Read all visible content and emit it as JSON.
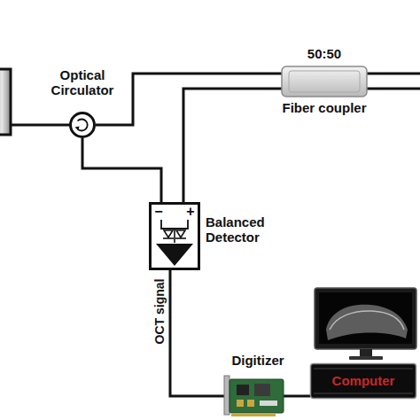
{
  "diagram": {
    "nodes": [
      {
        "text": [
          "Optical Circulator"
        ]
      },
      {
        "text": [
          "50:50",
          "Fiber coupler"
        ]
      },
      {
        "text": [
          "−",
          "+",
          "Balanced Detector"
        ]
      },
      {
        "text": [
          "Digitizer"
        ]
      },
      {
        "text": [
          "Computer"
        ]
      }
    ],
    "edges": [
      {
        "from": 0,
        "to": 1,
        "arrow": "none"
      },
      {
        "from": 1,
        "to": 2,
        "arrow": "none"
      },
      {
        "from": 0,
        "to": 2,
        "arrow": "none"
      },
      {
        "from": 2,
        "to": 3,
        "label": "OCT signal",
        "arrow": "none"
      },
      {
        "from": 3,
        "to": 4,
        "arrow": "none"
      }
    ]
  }
}
